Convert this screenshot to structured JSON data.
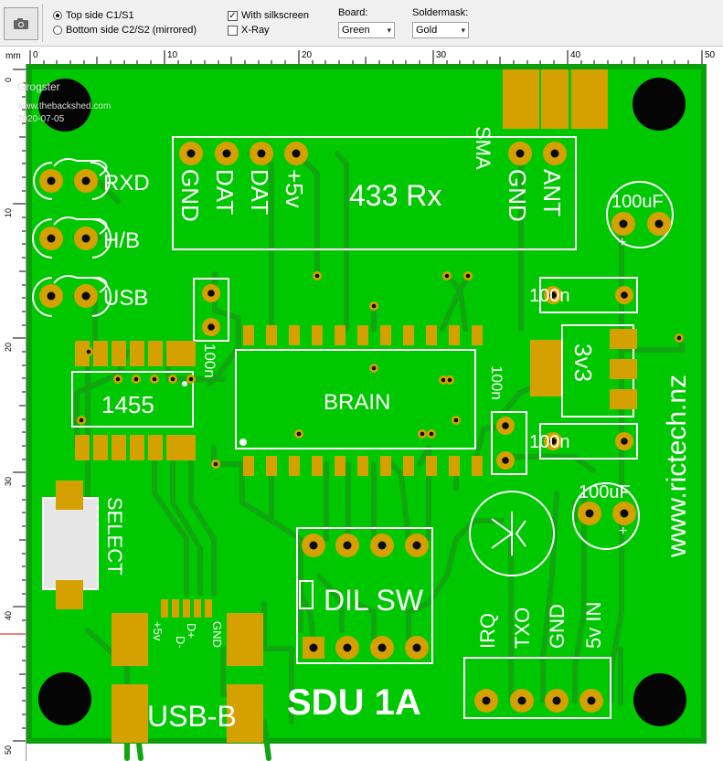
{
  "toolbar": {
    "camera_icon": "camera-icon",
    "top_side_label": "Top side C1/S1",
    "bottom_side_label": "Bottom side C2/S2 (mirrored)",
    "top_side_selected": true,
    "silkscreen_label": "With silkscreen",
    "silkscreen_checked": true,
    "xray_label": "X-Ray",
    "xray_checked": false,
    "board_label": "Board:",
    "board_value": "Green",
    "soldermask_label": "Soldermask:",
    "soldermask_value": "Gold"
  },
  "ruler": {
    "unit": "mm",
    "top_marks": [
      "0",
      "10",
      "20",
      "30",
      "40",
      "50"
    ],
    "left_marks": [
      "0",
      "10",
      "20",
      "30",
      "40",
      "50"
    ]
  },
  "board": {
    "colors": {
      "board": "#00c800",
      "board_outline": "#0ba00b",
      "trace": "#0fa60f",
      "copper": "#d4a100",
      "silk": "#ffffff",
      "hole": "#050505"
    },
    "author": "Grogster",
    "website": "www.thebackshed.com",
    "date": "2020-07-05",
    "brand": "www.rictech.nz",
    "title": "SDU 1A",
    "labels": {
      "sma": "SMA",
      "rx_module": "433 Rx",
      "rx_gnd": "GND",
      "rx_dat1": "DAT",
      "rx_dat2": "DAT",
      "rx_5v": "+5v",
      "rx_gnd2": "GND",
      "rx_ant": "ANT",
      "rxd": "RXD",
      "hb": "H/B",
      "usb": "USB",
      "cap_100n_a": "100n",
      "cap_100n_b": "100n",
      "cap_100n_c": "100n",
      "cap_100n_d": "100n",
      "cap_100uf_a": "100uF",
      "cap_100uf_b": "100uF",
      "plus_a": "+",
      "plus_b": "+",
      "regulator": "3v3",
      "brain": "BRAIN",
      "chip_1455": "1455",
      "select": "SELECT",
      "dil_sw": "DIL SW",
      "usb_b": "USB-B",
      "usb_5v": "+5v",
      "usb_dm": "D-",
      "usb_dp": "D+",
      "usb_gnd": "GND",
      "irq": "IRQ",
      "txo": "TXO",
      "gnd": "GND",
      "in_5v": "5v IN"
    }
  }
}
